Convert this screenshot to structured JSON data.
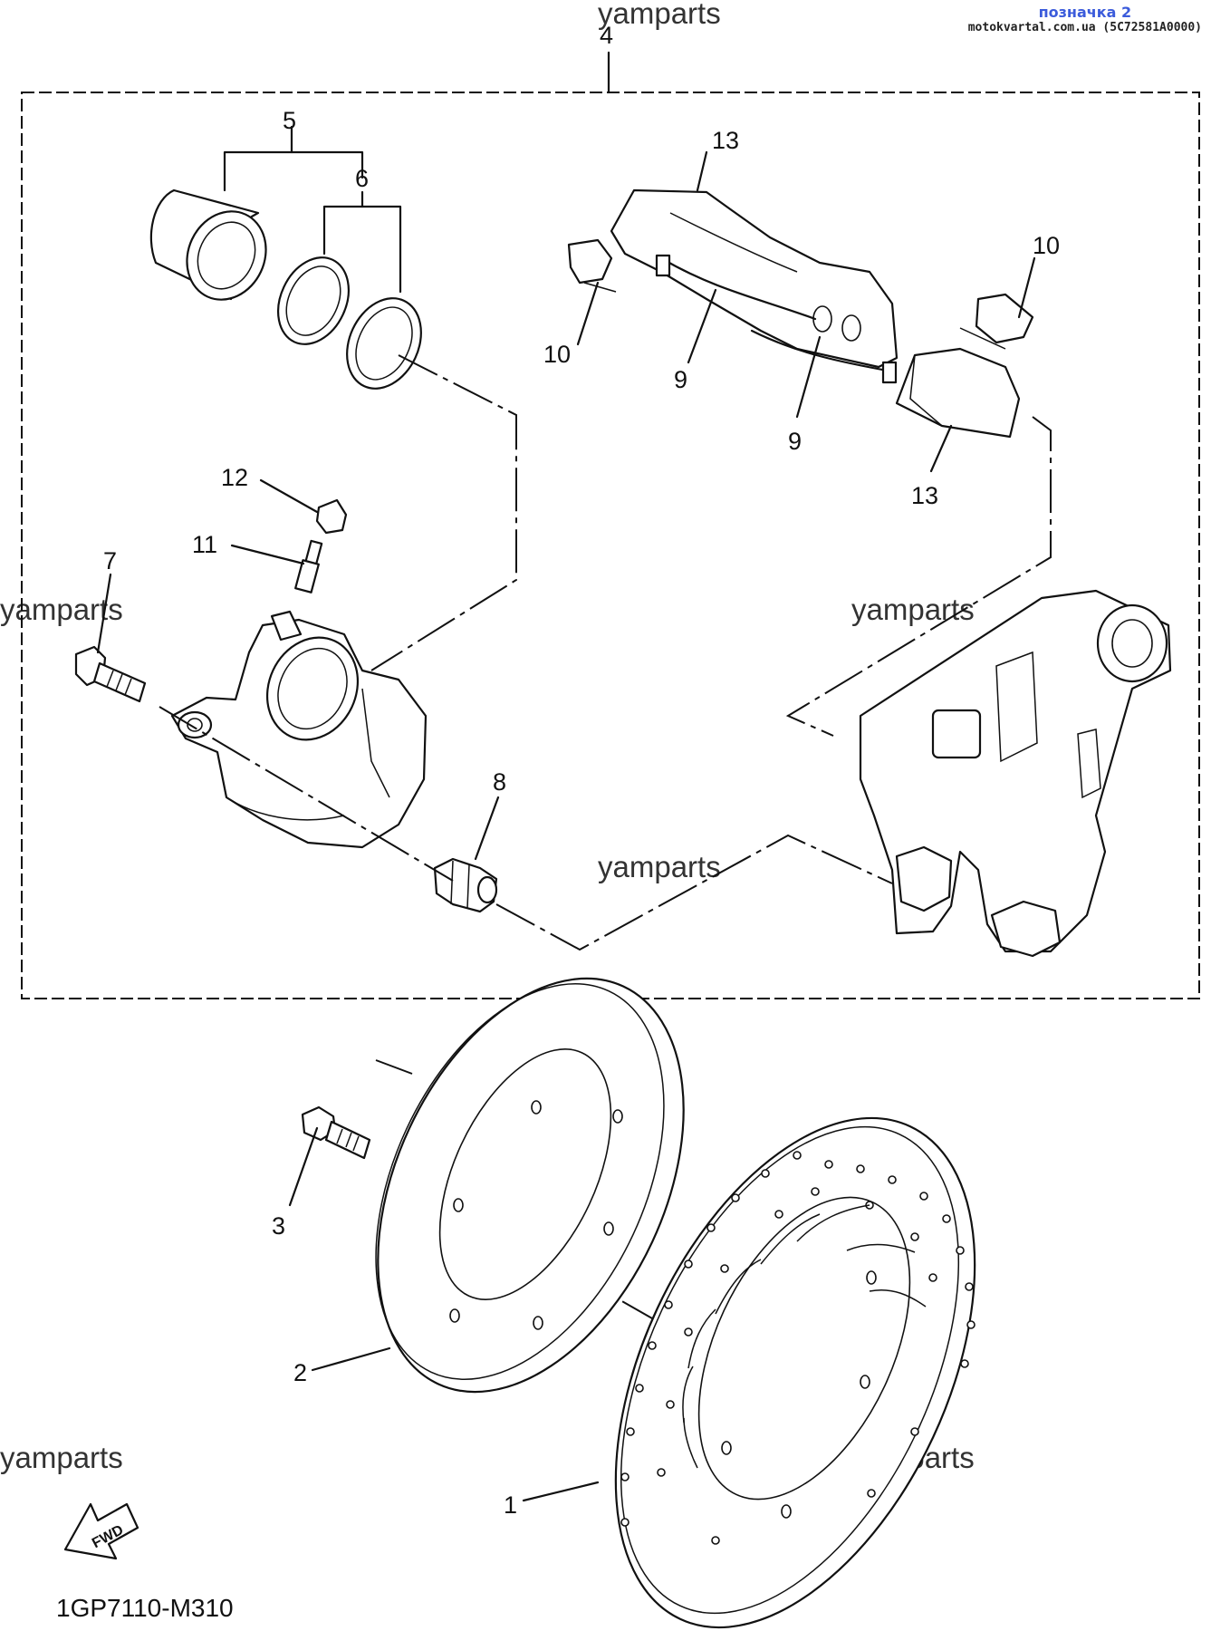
{
  "tag": {
    "line1": "позначка 2",
    "line2": "motokvartal.com.ua (5C72581A0000)"
  },
  "watermark": "yamparts",
  "diagram_code": "1GP7110-M310",
  "fwd_label": "FWD",
  "callouts": {
    "p1": "1",
    "p2": "2",
    "p3": "3",
    "p4": "4",
    "p5": "5",
    "p6": "6",
    "p7": "7",
    "p8": "8",
    "p9a": "9",
    "p9b": "9",
    "p10a": "10",
    "p10b": "10",
    "p11": "11",
    "p12": "12",
    "p13a": "13",
    "p13b": "13"
  }
}
